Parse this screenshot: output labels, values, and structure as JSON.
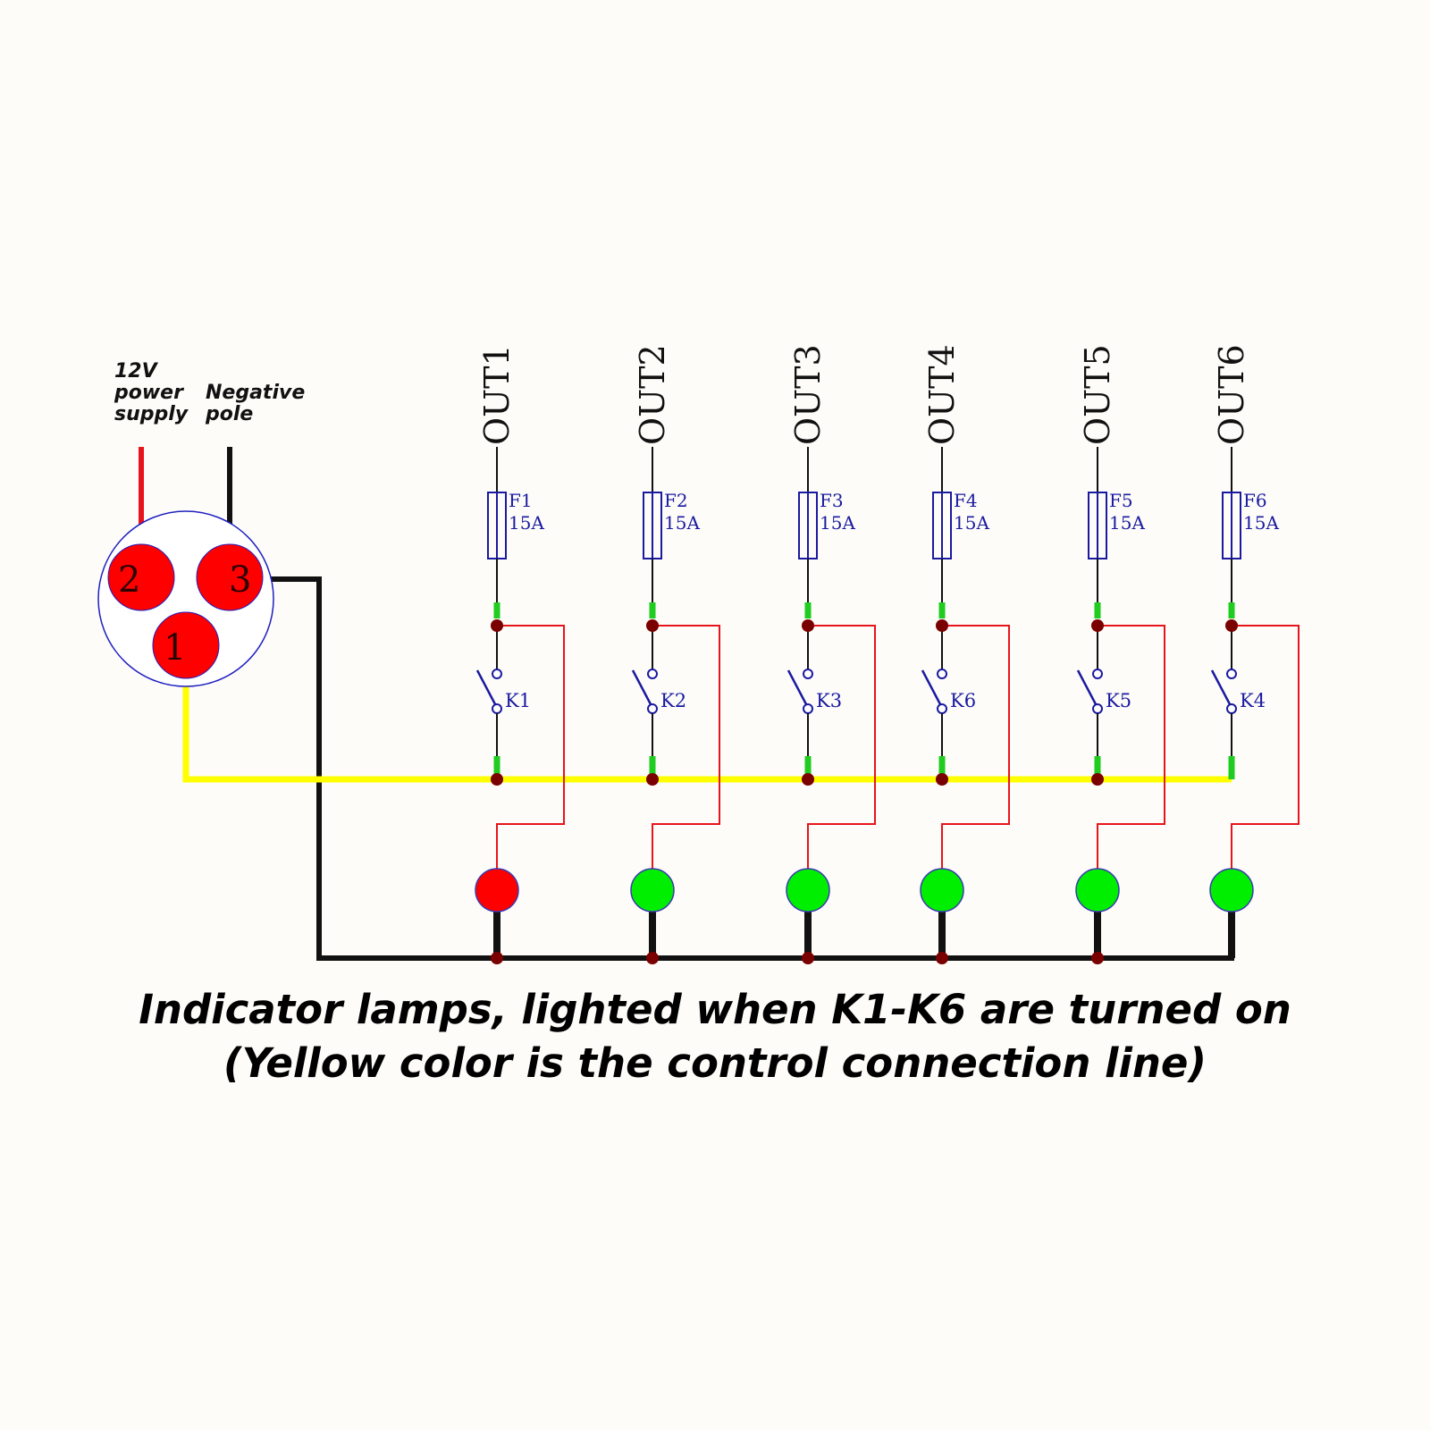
{
  "labels": {
    "supply_line1": "12V",
    "supply_line2": "power",
    "supply_line3": "supply",
    "negative_line1": "Negative",
    "negative_line2": "pole"
  },
  "connector": {
    "pins": [
      {
        "number": "2",
        "role": "12V power supply"
      },
      {
        "number": "3",
        "role": "Negative pole"
      },
      {
        "number": "1",
        "role": "control"
      }
    ]
  },
  "channels": [
    {
      "out": "OUT1",
      "fuse": "F1",
      "rating": "15A",
      "switch": "K1",
      "lamp_color": "#ff0000"
    },
    {
      "out": "OUT2",
      "fuse": "F2",
      "rating": "15A",
      "switch": "K2",
      "lamp_color": "#00ee00"
    },
    {
      "out": "OUT3",
      "fuse": "F3",
      "rating": "15A",
      "switch": "K3",
      "lamp_color": "#00ee00"
    },
    {
      "out": "OUT4",
      "fuse": "F4",
      "rating": "15A",
      "switch": "K6",
      "lamp_color": "#00ee00"
    },
    {
      "out": "OUT5",
      "fuse": "F5",
      "rating": "15A",
      "switch": "K5",
      "lamp_color": "#00ee00"
    },
    {
      "out": "OUT6",
      "fuse": "F6",
      "rating": "15A",
      "switch": "K4",
      "lamp_color": "#00ee00"
    }
  ],
  "colors": {
    "power_wire": "#e8141b",
    "ground_wire": "#111111",
    "control_wire": "#ffff00",
    "fuse_outline": "#1a1aa0",
    "node": "#7a0000",
    "terminal": "#1fcc1f",
    "pin_fill": "#ff0000",
    "connector_outline": "#2020c0"
  },
  "caption": {
    "line1": "Indicator lamps, lighted when K1-K6 are turned on",
    "line2": "(Yellow color is the control connection line)"
  }
}
